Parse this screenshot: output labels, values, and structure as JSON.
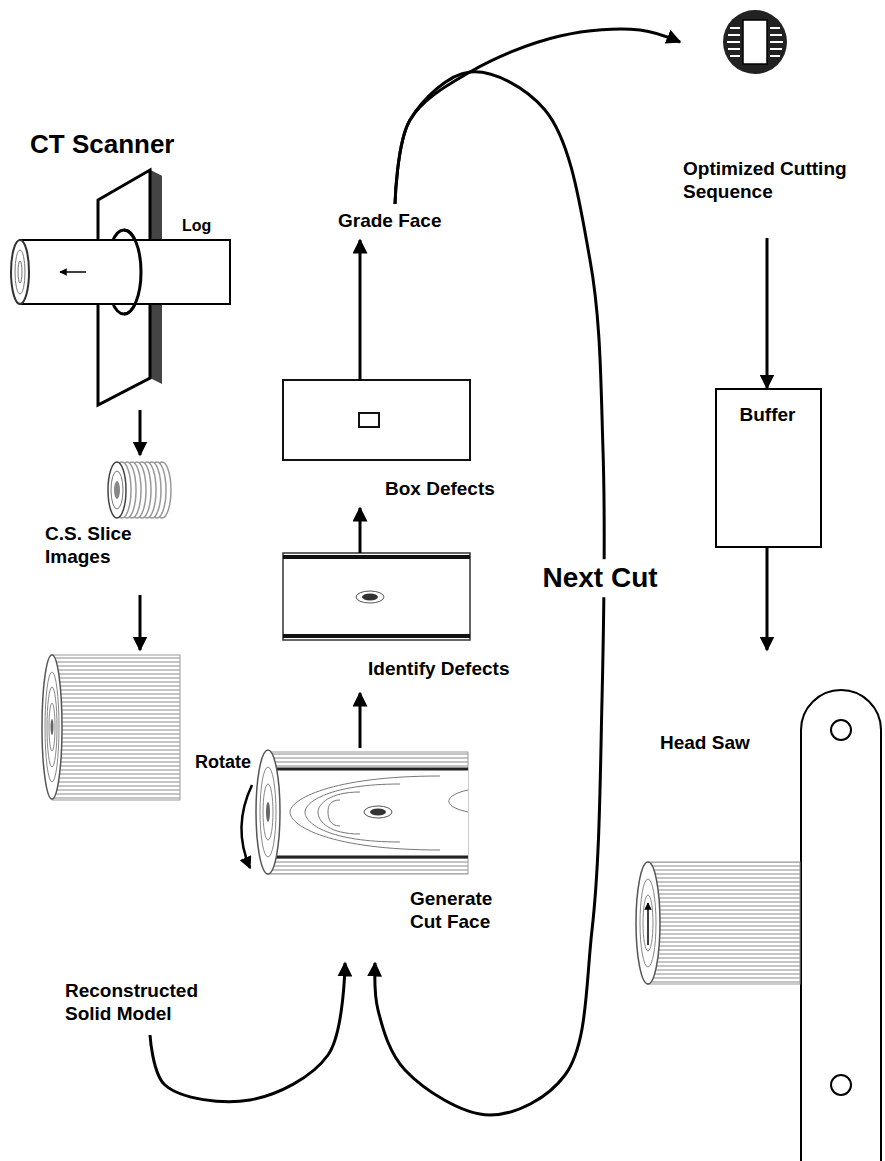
{
  "diagram": {
    "nodes": [
      {
        "text": [
          "CT Scanner"
        ]
      },
      {
        "text": [
          "C.S. Slice Images"
        ]
      },
      {
        "text": [
          "Reconstructed Solid Model"
        ]
      },
      {
        "text": [
          "Generate Cut Face"
        ]
      },
      {
        "text": [
          "Identify Defects"
        ]
      },
      {
        "text": [
          "Box Defects"
        ]
      },
      {
        "text": [
          "Grade Face"
        ]
      },
      {
        "text": [
          "Optimized Cutting Sequence"
        ]
      },
      {
        "text": [
          "Buffer"
        ]
      },
      {
        "text": [
          "Head Saw"
        ]
      }
    ],
    "edges": [
      {
        "from": 0,
        "to": 1,
        "arrow": "to"
      },
      {
        "from": 1,
        "to": 2,
        "arrow": "to"
      },
      {
        "from": 2,
        "to": 3,
        "arrow": "to"
      },
      {
        "from": 3,
        "to": 4,
        "arrow": "to"
      },
      {
        "from": 4,
        "to": 5,
        "arrow": "to"
      },
      {
        "from": 5,
        "to": 6,
        "arrow": "to"
      },
      {
        "from": 6,
        "to": 3,
        "label": "Next Cut",
        "arrow": "to"
      },
      {
        "from": 6,
        "to": 7,
        "arrow": "to"
      },
      {
        "from": 7,
        "to": 8,
        "arrow": "to"
      },
      {
        "from": 8,
        "to": 9,
        "arrow": "to"
      }
    ],
    "labels": [
      "Log",
      "Rotate"
    ]
  }
}
